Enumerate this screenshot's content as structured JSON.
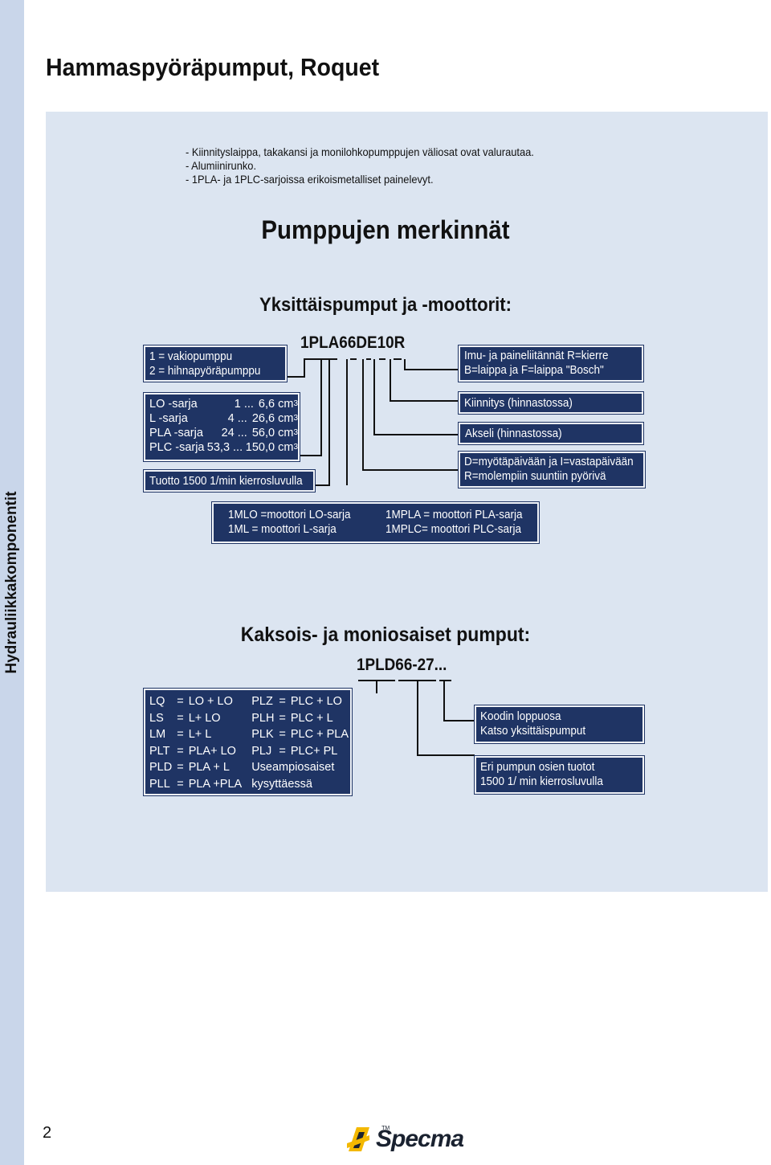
{
  "sidebar": {
    "label": "Hydrauliikkakomponentit"
  },
  "page_title": "Hammaspyöräpumput, Roquet",
  "notes": [
    "- Kiinnityslaippa, takakansi ja monilohkopumppujen väliosat  ovat valurautaa.",
    "- Alumiinirunko.",
    "- 1PLA- ja 1PLC-sarjoissa erikoismetalliset painelevyt."
  ],
  "section_title": "Pumppujen merkinnät",
  "single": {
    "heading": "Yksittäispumput  ja -moottorit:",
    "code": "1PLA66DE10R",
    "type_box": [
      "1 = vakiopumppu",
      "2 = hihnapyöräpumppu"
    ],
    "series_box": [
      {
        "name": "LO   -sarja",
        "range": "1 ...",
        "value": "6,6 cm",
        "sup": "3"
      },
      {
        "name": "L     -sarja",
        "range": "4 ...",
        "value": "26,6 cm",
        "sup": "3"
      },
      {
        "name": "PLA -sarja",
        "range": "24 ...",
        "value": "56,0 cm",
        "sup": "3"
      },
      {
        "name": "PLC -sarja",
        "range": "53,3 ...",
        "value": "150,0 cm",
        "sup": "3"
      }
    ],
    "yield_box": "Tuotto 1500 1/min kierrosluvulla",
    "ports_box": [
      "Imu- ja paineliitännät  R=kierre",
      "B=laippa ja F=laippa \"Bosch\""
    ],
    "mount_box": "Kiinnitys (hinnastossa)",
    "shaft_box": "Akseli (hinnastossa)",
    "rotation_box": [
      "D=myötäpäivään ja I=vastapäivään",
      "R=molempiin suuntiin pyörivä"
    ],
    "motor_box": {
      "left": [
        "1MLO =moottori LO-sarja",
        "1ML   = moottori L-sarja"
      ],
      "right": [
        "1MPLA = moottori PLA-sarja",
        "1MPLC= moottori PLC-sarja"
      ]
    }
  },
  "multi": {
    "heading": "Kaksois- ja moniosaiset pumput:",
    "code": "1PLD66-27...",
    "combo_rows": [
      [
        "LQ",
        "=",
        "LO + LO",
        "PLZ",
        "=",
        "PLC + LO"
      ],
      [
        "LS",
        "=",
        "L+ LO",
        "PLH",
        "=",
        "PLC + L"
      ],
      [
        "LM",
        "=",
        "L+ L",
        "PLK",
        "=",
        "PLC + PLA"
      ],
      [
        "PLT",
        "=",
        "PLA+ LO",
        "PLJ",
        "=",
        "PLC+ PL"
      ],
      [
        "PLD",
        "=",
        "PLA + L",
        "Useampiosaiset",
        "",
        ""
      ],
      [
        "PLL",
        "=",
        "PLA +PLA",
        "kysyttäessä",
        "",
        ""
      ]
    ],
    "code_box": [
      "Koodin loppuosa",
      "Katso yksittäispumput"
    ],
    "output_box": [
      "Eri  pumpun osien tuotot",
      "1500 1/ min kierrosluvulla"
    ]
  },
  "footer": {
    "page_number": "2",
    "logo_text": "Specma",
    "logo_tm": "TM"
  },
  "colors": {
    "sidebar": "#c9d6ea",
    "panel": "#dce5f1",
    "box": "#1f3464",
    "box_text": "#ffffff"
  }
}
